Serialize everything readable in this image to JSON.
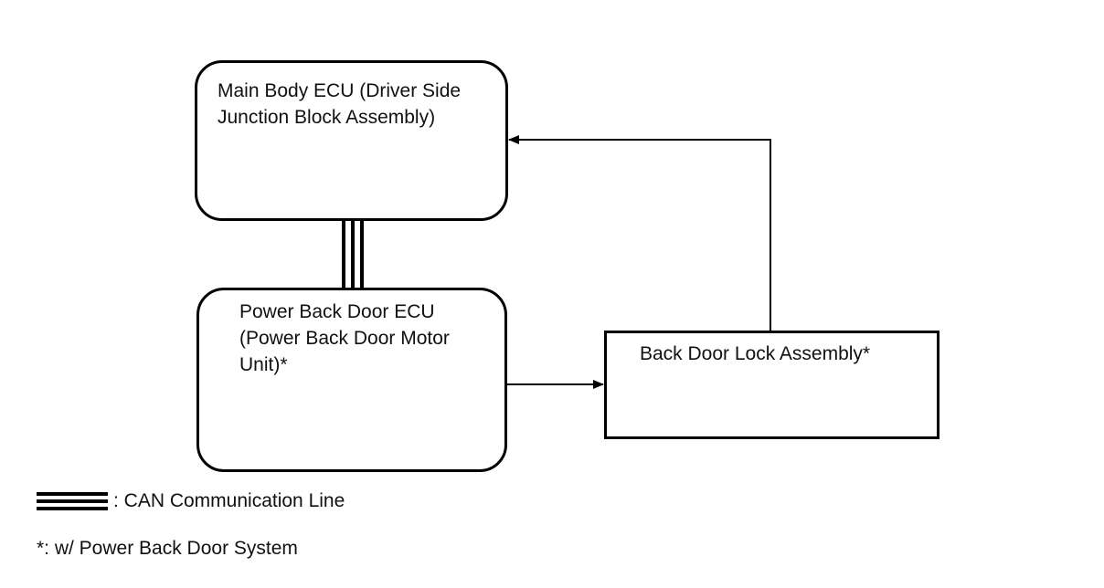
{
  "nodes": {
    "main_body_ecu": "Main Body ECU (Driver Side\nJunction Block Assembly)",
    "power_back_door_ecu": "Power Back Door ECU\n(Power Back Door Motor\nUnit)*",
    "back_door_lock": "Back Door Lock Assembly*"
  },
  "legend": {
    "can_line": ": CAN Communication Line",
    "note": "*: w/ Power Back Door System"
  },
  "edges": [
    {
      "from": "power_back_door_ecu",
      "to": "main_body_ecu",
      "type": "can"
    },
    {
      "from": "power_back_door_ecu",
      "to": "back_door_lock",
      "type": "arrow"
    },
    {
      "from": "back_door_lock",
      "to": "main_body_ecu",
      "type": "arrow"
    }
  ]
}
